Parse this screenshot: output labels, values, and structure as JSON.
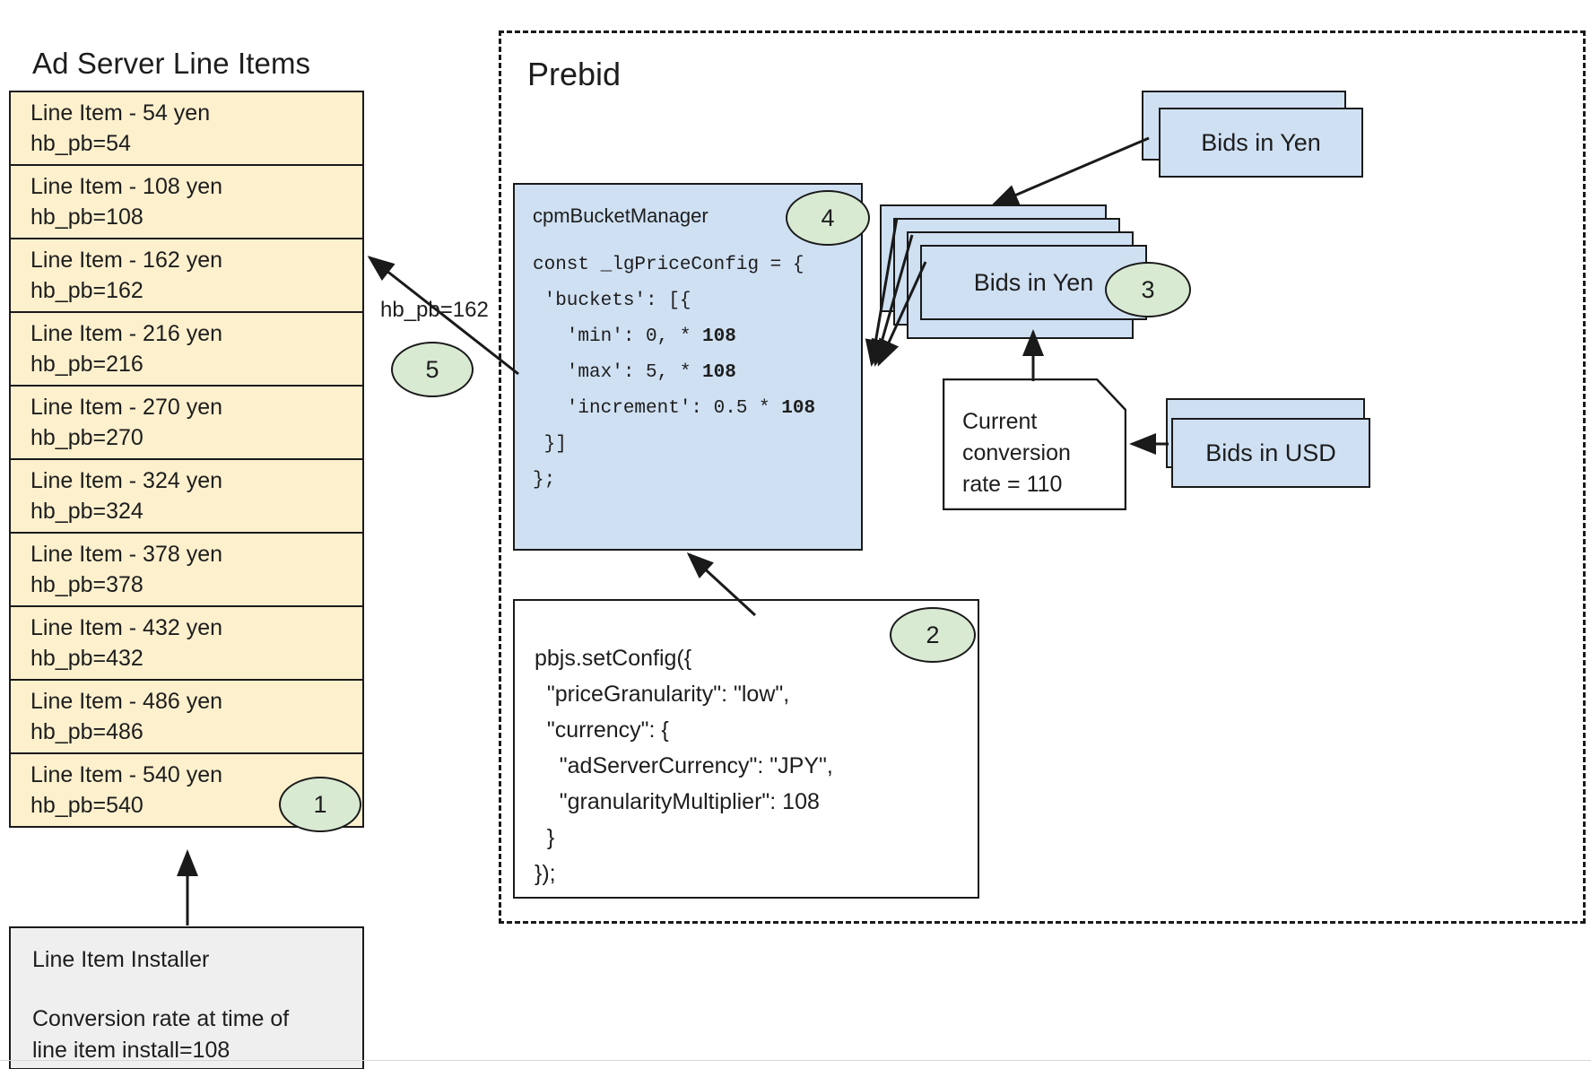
{
  "left_panel": {
    "title": "Ad Server Line Items",
    "line_items": [
      {
        "name": "Line Item - 54 yen",
        "key": "hb_pb=54"
      },
      {
        "name": "Line Item - 108 yen",
        "key": "hb_pb=108"
      },
      {
        "name": "Line Item - 162 yen",
        "key": "hb_pb=162"
      },
      {
        "name": "Line Item - 216 yen",
        "key": "hb_pb=216"
      },
      {
        "name": "Line Item - 270 yen",
        "key": "hb_pb=270"
      },
      {
        "name": "Line Item - 324 yen",
        "key": "hb_pb=324"
      },
      {
        "name": "Line Item - 378 yen",
        "key": "hb_pb=378"
      },
      {
        "name": "Line Item - 432 yen",
        "key": "hb_pb=432"
      },
      {
        "name": "Line Item - 486 yen",
        "key": "hb_pb=486"
      },
      {
        "name": "Line Item - 540 yen",
        "key": "hb_pb=540"
      }
    ],
    "installer": {
      "title": "Line Item Installer",
      "note_line_1": "Conversion rate at time of",
      "note_line_2": "line item install=108"
    }
  },
  "prebid": {
    "title": "Prebid",
    "cpm_bucket_manager": {
      "header": "cpmBucketManager",
      "code": "const _lgPriceConfig = {\n 'buckets': [{\n   'min': 0, * 108\n   'max': 5, * 108\n   'increment': 0.5 * 108\n }]\n};"
    },
    "set_config": {
      "code": "pbjs.setConfig({\n  \"priceGranularity\": \"low\",\n  \"currency\": {\n    \"adServerCurrency\": \"JPY\",\n    \"granularityMultiplier\": 108\n  }\n});"
    }
  },
  "bids": {
    "yen_top_label": "Bids in Yen",
    "yen_mid_label": "Bids in Yen",
    "usd_label": "Bids in USD"
  },
  "note": {
    "line_1": "Current",
    "line_2": "conversion",
    "line_3": "rate = 110"
  },
  "badges": {
    "one": "1",
    "two": "2",
    "three": "3",
    "four": "4",
    "five": "5"
  },
  "edge_labels": {
    "hb_pb": "hb_pb=162"
  },
  "colors": {
    "line_item_fill": "#fdf0cd",
    "bid_box_fill": "#cfe0f3",
    "badge_fill": "#d9ead3",
    "installer_fill": "#efefef",
    "stroke": "#1a1a1a"
  }
}
